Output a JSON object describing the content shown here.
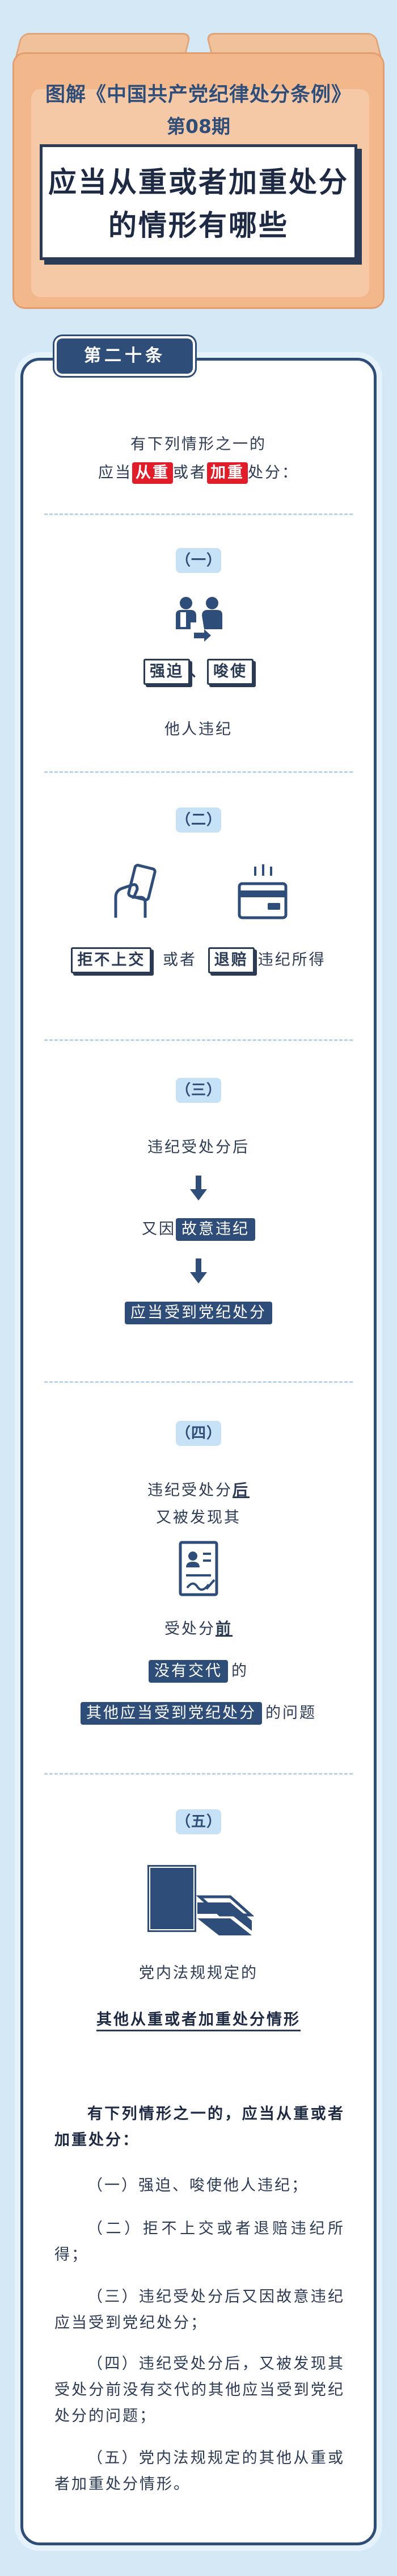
{
  "header": {
    "series": "图解《中国共产党纪律处分条例》",
    "issue": "第08期",
    "title_line1": "应当从重或者加重处分",
    "title_line2": "的情形有哪些"
  },
  "article": {
    "label": "第二十条",
    "intro_line1": "有下列情形之一的",
    "intro_pre": "应当",
    "intro_hl1": "从重",
    "intro_mid": "或者",
    "intro_hl2": "加重",
    "intro_post": "处分："
  },
  "sections": [
    {
      "num": "（一）",
      "tag1": "强迫",
      "sep": "、",
      "tag2": "唆使",
      "text": "他人违纪"
    },
    {
      "num": "（二）",
      "tag1": "拒不上交",
      "mid": "或者",
      "tag2": "退赔",
      "post": "违纪所得"
    },
    {
      "num": "（三）",
      "line1": "违纪受处分后",
      "line2_pre": "又因",
      "line2_hl": "故意违纪",
      "line3_hl": "应当受到党纪处分"
    },
    {
      "num": "（四）",
      "line1_pre": "违纪受处分",
      "line1_bold": "后",
      "line2": "又被发现其",
      "line3_pre": "受处分",
      "line3_bold": "前",
      "line4_hl": "没有交代",
      "line4_post": "的",
      "line5_hl": "其他应当受到党纪处分",
      "line5_post": "的问题"
    },
    {
      "num": "（五）",
      "line1": "党内法规规定的",
      "line2": "其他从重或者加重处分情形"
    }
  ],
  "summary": {
    "head": "有下列情形之一的，应当从重或者加重处分：",
    "items": [
      "（一）强迫、唆使他人违纪；",
      "（二）拒不上交或者退赔违纪所得；",
      "（三）违纪受处分后又因故意违纪应当受到党纪处分；",
      "（四）违纪受处分后，又被发现其受处分前没有交代的其他应当受到党纪处分的问题；",
      "（五）党内法规规定的其他从重或者加重处分情形。"
    ]
  },
  "colors": {
    "navy": "#2f4d79",
    "red": "#e11d2a",
    "peach": "#f2b88c",
    "sky": "#d4e8f6"
  },
  "icons": [
    "two-people-pushing-icon",
    "hand-holding-card-icon",
    "wallet-card-icon",
    "document-certificate-icon",
    "books-icon",
    "arrow-down-icon"
  ]
}
